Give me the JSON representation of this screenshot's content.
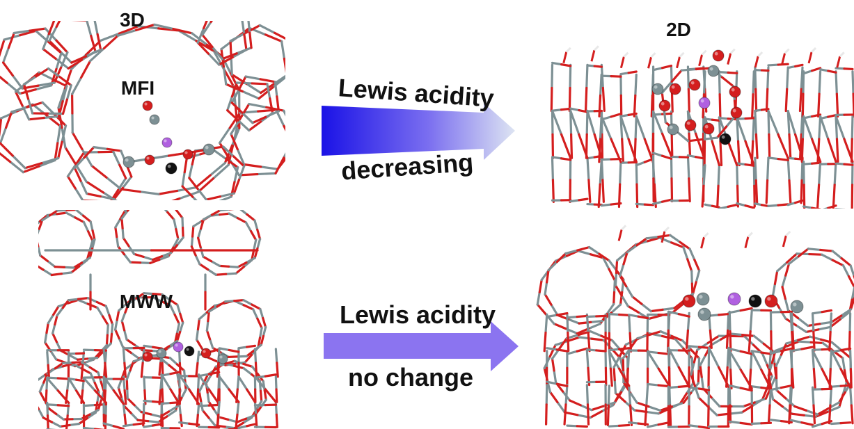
{
  "labels": {
    "dim_3d": "3D",
    "dim_2d": "2D",
    "framework_mfi": "MFI",
    "framework_mww": "MWW"
  },
  "arrows": {
    "top_text_1": "Lewis acidity",
    "top_text_2": "decreasing",
    "bottom_text_1": "Lewis acidity",
    "bottom_text_2": "no change"
  },
  "colors": {
    "oxygen": "#d41e1e",
    "silicon": "#7d9094",
    "metal_site": "#111111",
    "alkali_cation": "#b060e0",
    "hydrogen": "#e8e8e8",
    "arrow_top_start": "#1a12e6",
    "arrow_top_end": "#dde4f2",
    "arrow_bottom": "#8b74f0",
    "text": "#111111"
  }
}
